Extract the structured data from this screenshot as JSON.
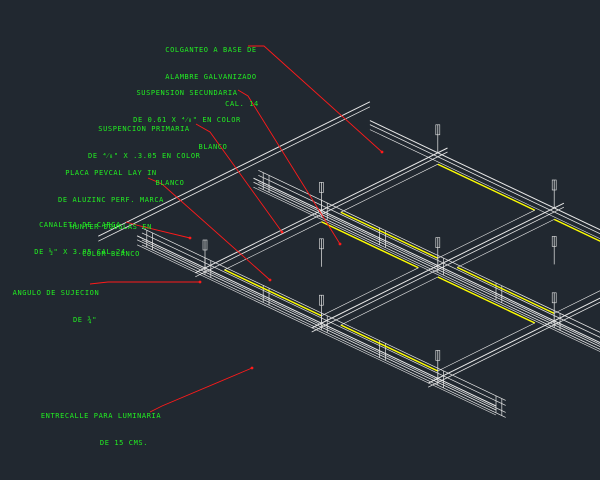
{
  "colors": {
    "background": "#212830",
    "text": "#22ee22",
    "leader": "#ff1a1a",
    "lines": "#e8e8e8",
    "highlight": "#ffff00"
  },
  "labels": {
    "colganteo": [
      "COLGANTEO A BASE DE",
      "ALAMBRE GALVANIZADO",
      "CAL. 14"
    ],
    "susp_secundaria": [
      "SUSPENSION SECUNDARIA",
      "DE 0.61 X ⁴⁄₈\" EN COLOR",
      "BLANCO"
    ],
    "susp_primaria": [
      "SUSPENCION PRIMARIA",
      "DE ⁴⁄₈\" X .3.05 EN COLOR",
      "BLANCO"
    ],
    "placa": [
      "PLACA PEVCAL LAY IN",
      "DE ALUZINC PERF. MARCA",
      "HUNTER DOUGLAS EN",
      "COLOR BLANCO"
    ],
    "canaleta": [
      "CANALETA DE CARGA",
      "DE ½\" X 3.05 CAL.24"
    ],
    "angulo": [
      "ANGULO DE SUJECION",
      "DE ¾\""
    ],
    "entrecalle": [
      "ENTRECALLE PARA LUMINARIA",
      "DE 15 CMS."
    ]
  }
}
